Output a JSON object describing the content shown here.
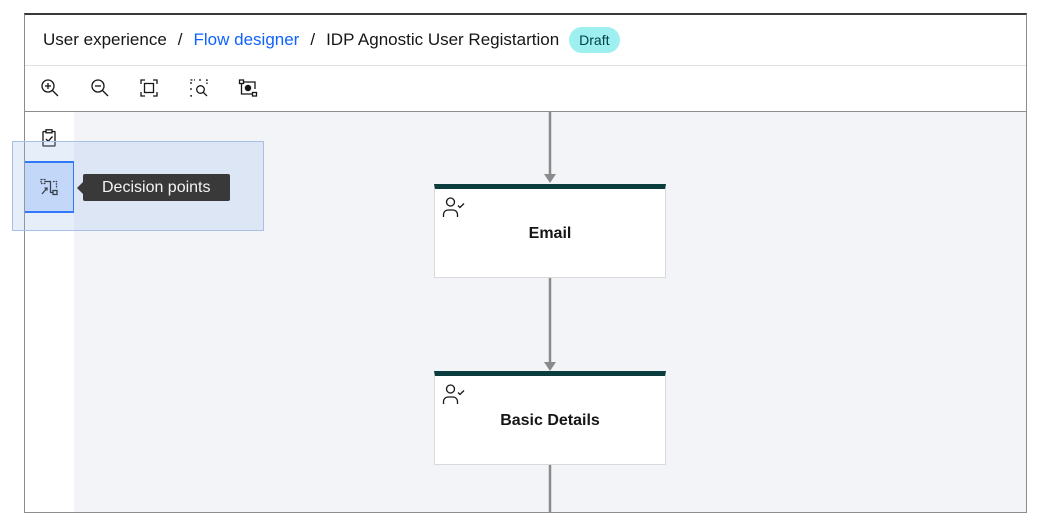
{
  "breadcrumb": {
    "root": "User experience",
    "link": "Flow designer",
    "current": "IDP Agnostic User Registartion",
    "separator": "/",
    "status": "Draft"
  },
  "toolbar": {
    "icons": [
      "zoom-in-icon",
      "zoom-out-icon",
      "fit-to-screen-icon",
      "zoom-area-icon",
      "minimap-icon"
    ]
  },
  "rail": {
    "items": [
      "task-complete-icon",
      "decision-points-icon"
    ],
    "tooltip": "Decision points"
  },
  "flow": {
    "nodes": [
      {
        "title": "Email",
        "icon": "user-check-icon"
      },
      {
        "title": "Basic Details",
        "icon": "user-check-icon"
      }
    ]
  },
  "colors": {
    "accent": "#0f62fe",
    "badge_bg": "#9ef0f0",
    "node_header": "#0b3d3f",
    "canvas_bg": "#f2f4f8"
  }
}
